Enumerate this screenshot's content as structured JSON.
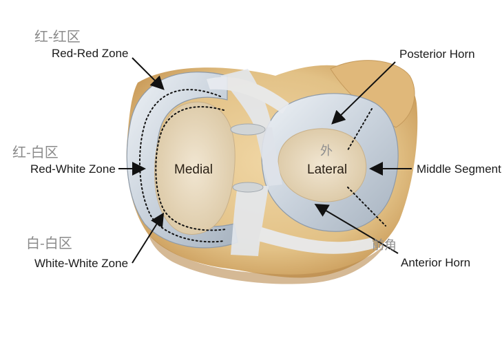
{
  "labels": {
    "red_red_zh": "红-红区",
    "red_red_en": "Red-Red Zone",
    "red_white_zh": "红-白区",
    "red_white_en": "Red-White Zone",
    "white_white_zh": "白-白区",
    "white_white_en": "White-White Zone",
    "medial": "Medial",
    "lateral": "Lateral",
    "lateral_zh": "外",
    "posterior_horn": "Posterior Horn",
    "middle_segment": "Middle Segment",
    "anterior_horn": "Anterior Horn",
    "anterior_horn_zh": "前角"
  },
  "colors": {
    "bone": "#e8cc96",
    "bone_shadow": "#c79a58",
    "meniscus": "#cdd6df",
    "meniscus_highlight": "#eef2f6",
    "plateau": "#eadcc2",
    "ligament": "#e6e9ee",
    "arrow": "#111111"
  }
}
